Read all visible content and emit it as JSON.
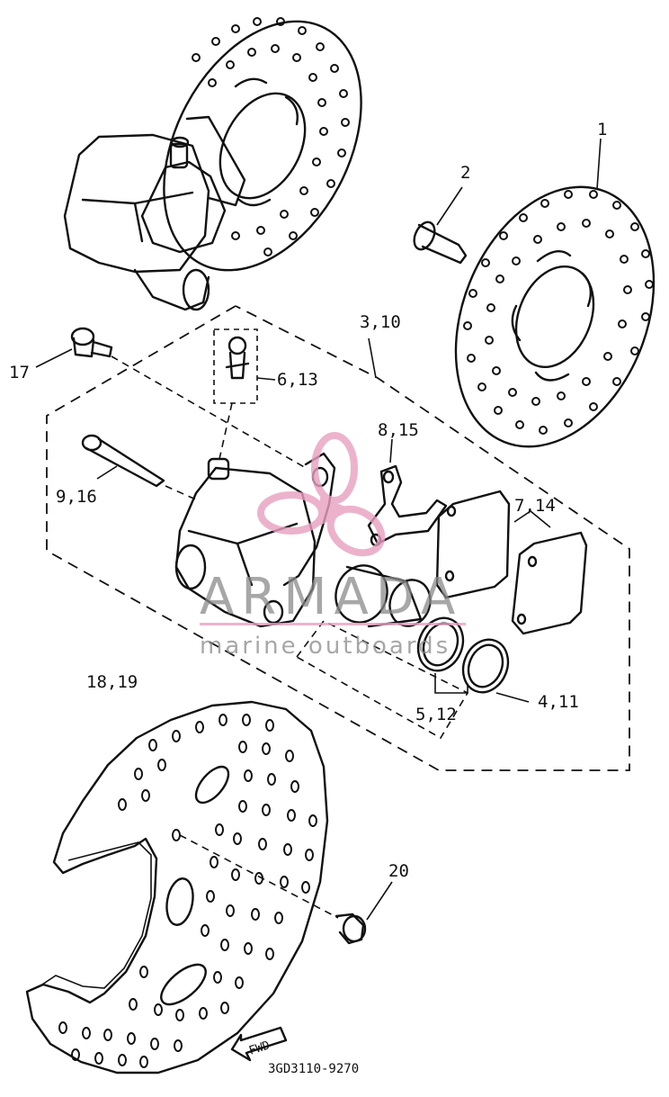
{
  "callouts": {
    "c1": "1",
    "c2": "2",
    "c3_10": "3,10",
    "c17": "17",
    "c6_13": "6,13",
    "c8_15": "8,15",
    "c9_16": "9,16",
    "c7_14": "7,14",
    "c18_19": "18,19",
    "c5_12": "5,12",
    "c4_11": "4,11",
    "c20": "20"
  },
  "fwd_label": "FWD",
  "diagram_code": "3GD3110-9270",
  "watermark": {
    "brand": "ARMADA",
    "tagline": "marine outboards",
    "color": "#e8a0c0"
  }
}
